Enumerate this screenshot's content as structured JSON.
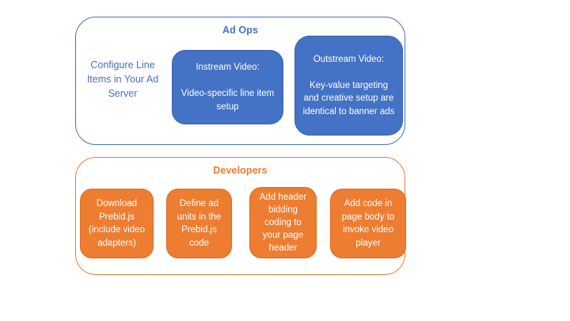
{
  "diagram": {
    "ad_ops": {
      "title": "Ad Ops",
      "side_label": "Configure Line Items in Your Ad Server",
      "instream": {
        "heading": "Instream Video:",
        "body": "Video-specific line item setup"
      },
      "outstream": {
        "heading": "Outstream Video:",
        "body": "Key-value targeting and creative setup are identical to banner ads"
      }
    },
    "developers": {
      "title": "Developers",
      "steps": [
        "Download Prebid.js (include video adapters)",
        "Define ad units in the Prebid.js code",
        "Add header bidding coding to your page header",
        "Add code in page body to invoke video player"
      ]
    },
    "colors": {
      "blue_fill": "#4472c4",
      "blue_border": "#3a62ac",
      "blue_text": "#4472c4",
      "orange_fill": "#ed7d31",
      "orange_border": "#de6a1c",
      "orange_text": "#ed7d31",
      "box_text": "#ffffff",
      "background": "#ffffff"
    }
  }
}
